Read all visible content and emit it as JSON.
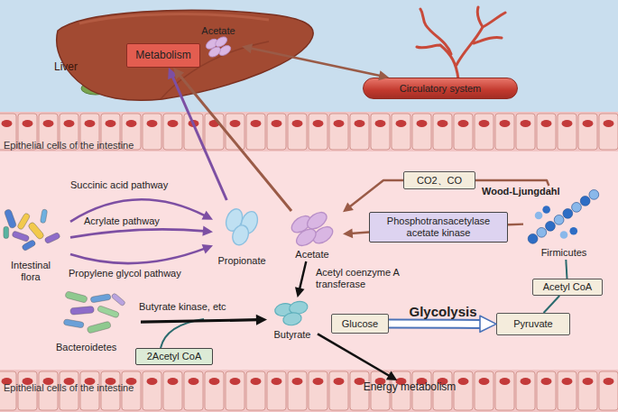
{
  "diagram": {
    "nodes": [
      {
        "text": [
          "Liver"
        ]
      },
      {
        "text": [
          "Metabolism"
        ],
        "in": 0
      },
      {
        "text": [
          "Acetate"
        ],
        "in": 0
      },
      {
        "text": [
          "Circulatory system"
        ]
      },
      {
        "text": [
          "Epithelial cells of the intestine"
        ]
      },
      {
        "text": [
          "CO2、CO"
        ]
      },
      {
        "text": [
          "Phosphotransacetylase acetate kinase"
        ]
      },
      {
        "text": [
          "Firmicutes"
        ]
      },
      {
        "text": [
          "Intestinal flora"
        ]
      },
      {
        "text": [
          "Propionate"
        ]
      },
      {
        "text": [
          "Acetate"
        ]
      },
      {
        "text": [
          "Bacteroidetes"
        ]
      },
      {
        "text": [
          "Butyrate"
        ]
      },
      {
        "text": [
          "2Acetyl CoA"
        ]
      },
      {
        "text": [
          "Glucose"
        ]
      },
      {
        "text": [
          "Pyruvate"
        ]
      },
      {
        "text": [
          "Acetyl CoA"
        ]
      },
      {
        "text": [
          "Epithelial cells of the intestine"
        ]
      },
      {
        "text": [
          "Energy metabolism"
        ],
        "in": 17
      }
    ],
    "edges": [
      {
        "from": 8,
        "to": 9,
        "label": "Succinic acid pathway",
        "arrow": "to"
      },
      {
        "from": 8,
        "to": 9,
        "label": "Acrylate pathway",
        "arrow": "to"
      },
      {
        "from": 8,
        "to": 9,
        "label": "Propylene glycol pathway",
        "arrow": "to"
      },
      {
        "from": 9,
        "to": 1,
        "arrow": "to"
      },
      {
        "from": 10,
        "to": 1,
        "arrow": "to"
      },
      {
        "from": 2,
        "to": 3,
        "arrow": "both"
      },
      {
        "from": 7,
        "to": 5,
        "label": "Wood-Ljungdahl",
        "arrow": "none"
      },
      {
        "from": 5,
        "to": 10,
        "arrow": "to"
      },
      {
        "from": 7,
        "to": 6,
        "arrow": "none"
      },
      {
        "from": 6,
        "to": 10,
        "arrow": "to"
      },
      {
        "from": 10,
        "to": 12,
        "label": "Acetyl coenzyme A transferase",
        "arrow": "to"
      },
      {
        "from": 11,
        "to": 12,
        "label": "Butyrate kinase, etc",
        "arrow": "to"
      },
      {
        "from": 12,
        "to": 18,
        "arrow": "to"
      },
      {
        "from": 14,
        "to": 15,
        "label": "Glycolysis",
        "arrow": "to"
      },
      {
        "from": 15,
        "to": 16,
        "arrow": "none"
      },
      {
        "from": 16,
        "to": 7,
        "arrow": "none"
      }
    ]
  }
}
